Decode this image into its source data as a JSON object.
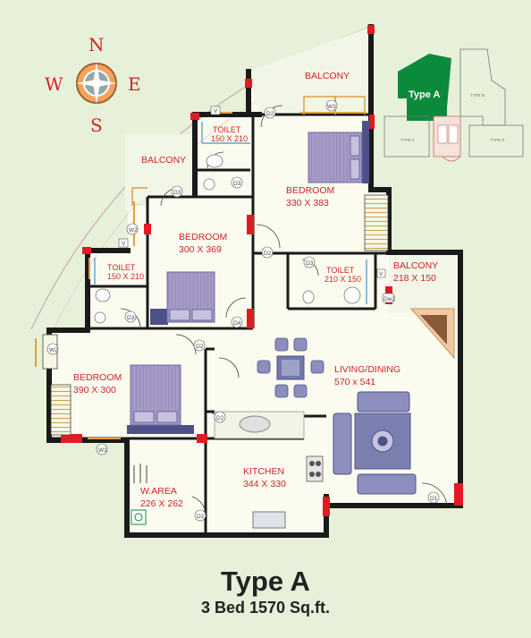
{
  "title": "Type A",
  "subtitle": "3 Bed 1570 Sq.ft.",
  "compass": {
    "n": "N",
    "s": "S",
    "e": "E",
    "w": "W"
  },
  "key_plan": {
    "highlight": "Type A",
    "type_b": "TYPE B",
    "type_c": "TYPE C",
    "type_d": "TYPE D"
  },
  "rooms": {
    "balcony_top": "BALCONY",
    "bedroom1": {
      "name": "BEDROOM",
      "size": "330 X 383"
    },
    "toilet1": {
      "name": "TOILET",
      "size": "150 X 210"
    },
    "balcony_left": "BALCONY",
    "bedroom2": {
      "name": "BEDROOM",
      "size": "300 X 369"
    },
    "toilet2": {
      "name": "TOILET",
      "size": "150 X 210"
    },
    "toilet3": {
      "name": "TOILET",
      "size": "210 X 150"
    },
    "balcony_right": {
      "name": "BALCONY",
      "size": "218 X 150"
    },
    "bedroom3": {
      "name": "BEDROOM",
      "size": "390 X 300"
    },
    "living": {
      "name": "LIVING/DINING",
      "size": "570 x 541"
    },
    "kitchen": {
      "name": "KITCHEN",
      "size": "344 X 330"
    },
    "warea": {
      "name": "W.AREA",
      "size": "226 X 262"
    }
  },
  "doors": {
    "d1": "D1",
    "d2": "D2",
    "d3": "D3",
    "d4": "D4",
    "dw2": "Dw2",
    "v": "V",
    "w1": "W1",
    "w2": "W2",
    "w3": "W3"
  },
  "colors": {
    "background": "#e7f1d9",
    "wall": "#1a1a1a",
    "accent_red": "#e21b23",
    "room_label": "#d2232a",
    "furniture": "#8c8fbd",
    "furniture_dark": "#4d5189",
    "bed": "#a59ac6",
    "key_highlight": "#0c8a3c"
  }
}
